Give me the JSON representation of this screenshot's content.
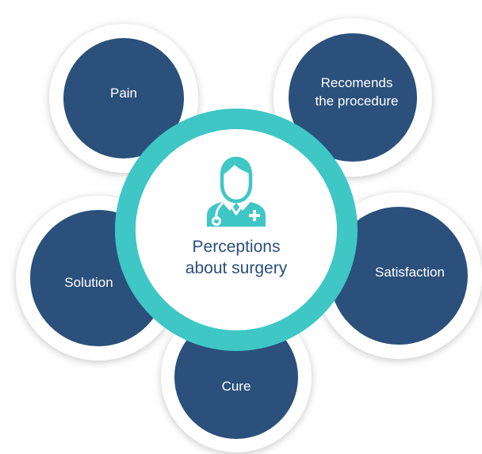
{
  "diagram": {
    "center": {
      "title_line1": "Perceptions",
      "title_line2": "about surgery",
      "icon": "doctor-icon"
    },
    "petals": [
      {
        "id": "pain",
        "lines": [
          "Pain"
        ]
      },
      {
        "id": "recommends",
        "lines": [
          "Recomends",
          "the procedure"
        ]
      },
      {
        "id": "solution",
        "lines": [
          "Solution"
        ]
      },
      {
        "id": "satisfaction",
        "lines": [
          "Satisfaction"
        ]
      },
      {
        "id": "cure",
        "lines": [
          "Cure"
        ]
      }
    ],
    "colors": {
      "petal_fill": "#2a507b",
      "center_ring": "#3ec7c5",
      "icon": "#3ec7c5",
      "center_text": "#2a4f7a"
    }
  }
}
